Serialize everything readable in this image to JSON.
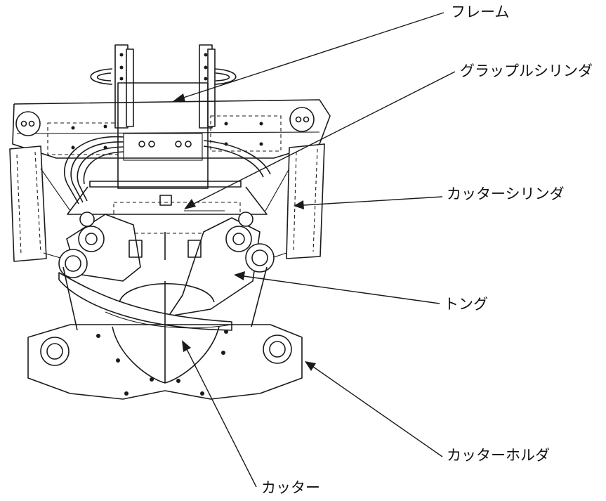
{
  "diagram": {
    "labels": {
      "frame": "フレーム",
      "grapple_cylinder": "グラップルシリンダ",
      "cutter_cylinder": "カッターシリンダ",
      "tong": "トング",
      "cutter_holder": "カッターホルダ",
      "cutter": "カッター"
    }
  }
}
